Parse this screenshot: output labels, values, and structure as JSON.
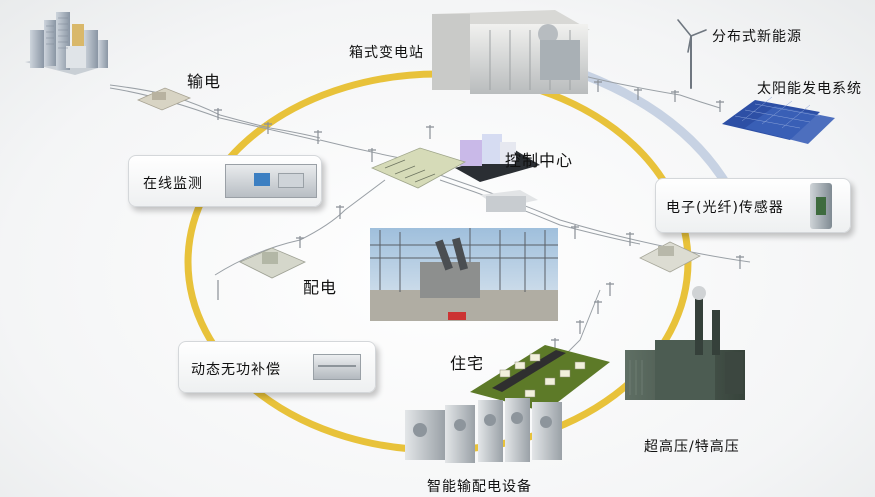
{
  "labels": {
    "box_substation": "箱式变电站",
    "distributed_energy": "分布式新能源",
    "solar_system": "太阳能发电系统",
    "transmission": "输电",
    "online_monitoring": "在线监测",
    "control_center": "控制中心",
    "electronic_sensor": "电子(光纤)传感器",
    "distribution": "配电",
    "dynamic_compensation": "动态无功补偿",
    "residential": "住宅",
    "uhv": "超高压/特高压",
    "smart_equipment": "智能输配电设备"
  },
  "colors": {
    "ring": "#e8c23a",
    "ring_blue": "#c7d2e3",
    "card_border": "#d4d7da",
    "panel_blue": "#2d4fa5",
    "transformer_green": "#4c5c52"
  }
}
